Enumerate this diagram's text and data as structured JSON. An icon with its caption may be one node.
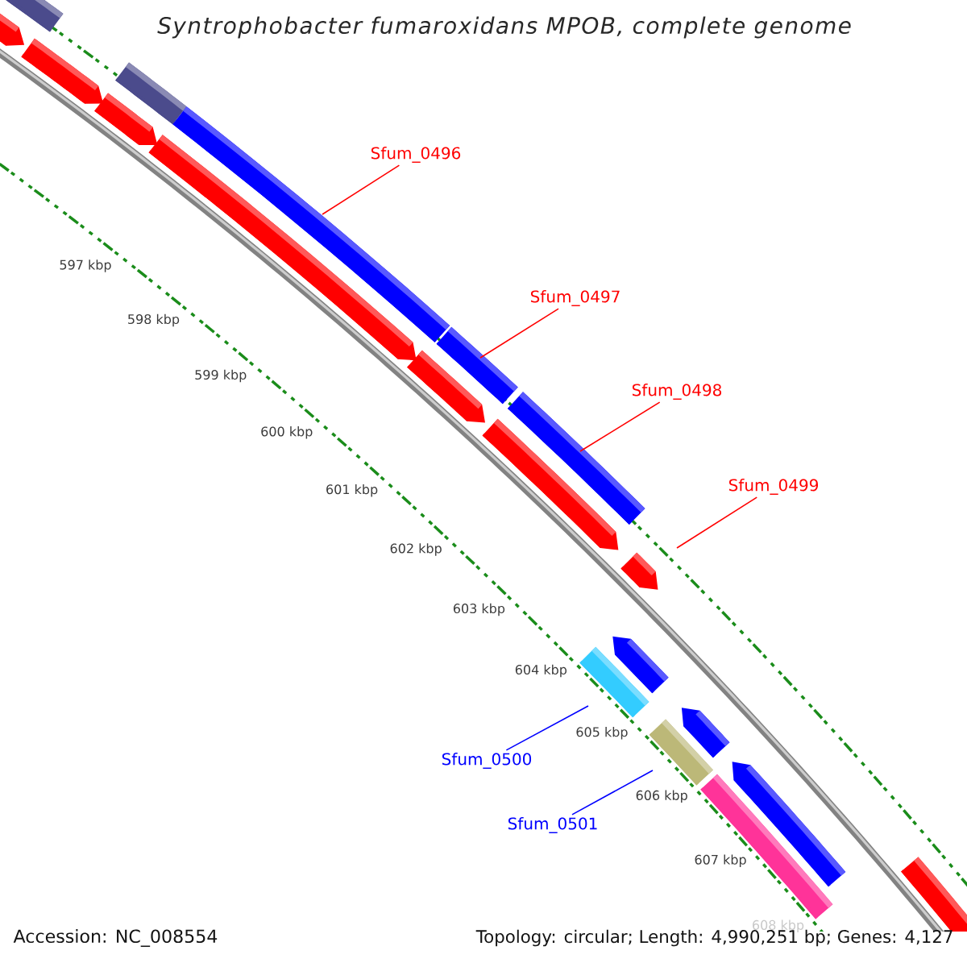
{
  "diagram": {
    "title": "Syntrophobacter fumaroxidans MPOB, complete genome",
    "nodes": [
      {
        "text": [
          "Sfum_0496"
        ]
      },
      {
        "text": [
          "Sfum_0497"
        ]
      },
      {
        "text": [
          "Sfum_0498"
        ]
      },
      {
        "text": [
          "Sfum_0499"
        ]
      },
      {
        "text": [
          "Sfum_0500"
        ]
      },
      {
        "text": [
          "Sfum_0501"
        ]
      }
    ],
    "edges": [
      {
        "from": 0,
        "to": null,
        "arrow": "none"
      },
      {
        "from": 1,
        "to": null,
        "arrow": "none"
      },
      {
        "from": 2,
        "to": null,
        "arrow": "none"
      },
      {
        "from": 3,
        "to": null,
        "arrow": "none"
      },
      {
        "from": 4,
        "to": null,
        "arrow": "none",
        "color": "#0000ff"
      },
      {
        "from": 5,
        "to": null,
        "arrow": "none",
        "color": "#0000ff"
      }
    ],
    "labels": [
      "597 kbp",
      "598 kbp",
      "599 kbp",
      "600 kbp",
      "601 kbp",
      "602 kbp",
      "603 kbp",
      "604 kbp",
      "605 kbp",
      "606 kbp",
      "607 kbp",
      "608 kbp",
      "Accession: NC_008554",
      "Topology: circular; Length: 4,990,251 bp; Genes: 4,127"
    ]
  }
}
